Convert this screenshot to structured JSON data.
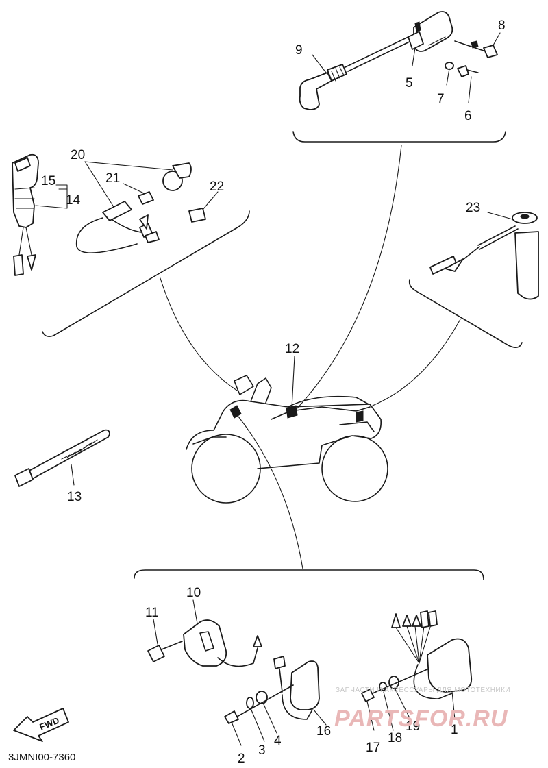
{
  "diagram": {
    "code": "3JMNI00-7360",
    "fwd_label": "FWD",
    "callouts": {
      "p1": "1",
      "p2": "2",
      "p3": "3",
      "p4": "4",
      "p5": "5",
      "p6": "6",
      "p7": "7",
      "p8": "8",
      "p9": "9",
      "p10": "10",
      "p11": "11",
      "p12": "12",
      "p13": "13",
      "p14": "14",
      "p15": "15",
      "p16": "16",
      "p17": "17",
      "p18": "18",
      "p19": "19",
      "p20": "20",
      "p21": "21",
      "p22": "22",
      "p23": "23"
    }
  },
  "watermark": {
    "caption": "ЗАПЧАСТИ И АКСЕССУАРЫ ДЛЯ МОТОТЕХНИКИ",
    "brand": "PARTSFOR.RU"
  }
}
